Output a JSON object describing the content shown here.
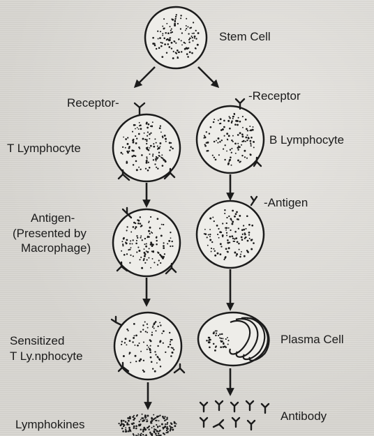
{
  "title": "",
  "colors": {
    "ink": "#1b1b1b",
    "paper": "#d9d7d2",
    "cell_fill": "#eeede9"
  },
  "labels": {
    "stem_cell": "Stem Cell",
    "receptor_left": "Receptor-",
    "receptor_right": "-Receptor",
    "t_lymphocyte": "T Lymphocyte",
    "b_lymphocyte": "B Lymphocyte",
    "antigen_left_line1": "Antigen-",
    "antigen_left_line2": "(Presented by",
    "antigen_left_line3": "Macrophage)",
    "antigen_right": "-Antigen",
    "sensitized_line1": "Sensitized",
    "sensitized_line2": "T Ly.nphocyte",
    "plasma_cell": "Plasma Cell",
    "lymphokines": "Lymphokines",
    "antibody": "Antibody"
  },
  "icons": [
    "y-shaped-receptor-icon",
    "y-shaped-antibody-icon",
    "down-arrow-icon"
  ]
}
